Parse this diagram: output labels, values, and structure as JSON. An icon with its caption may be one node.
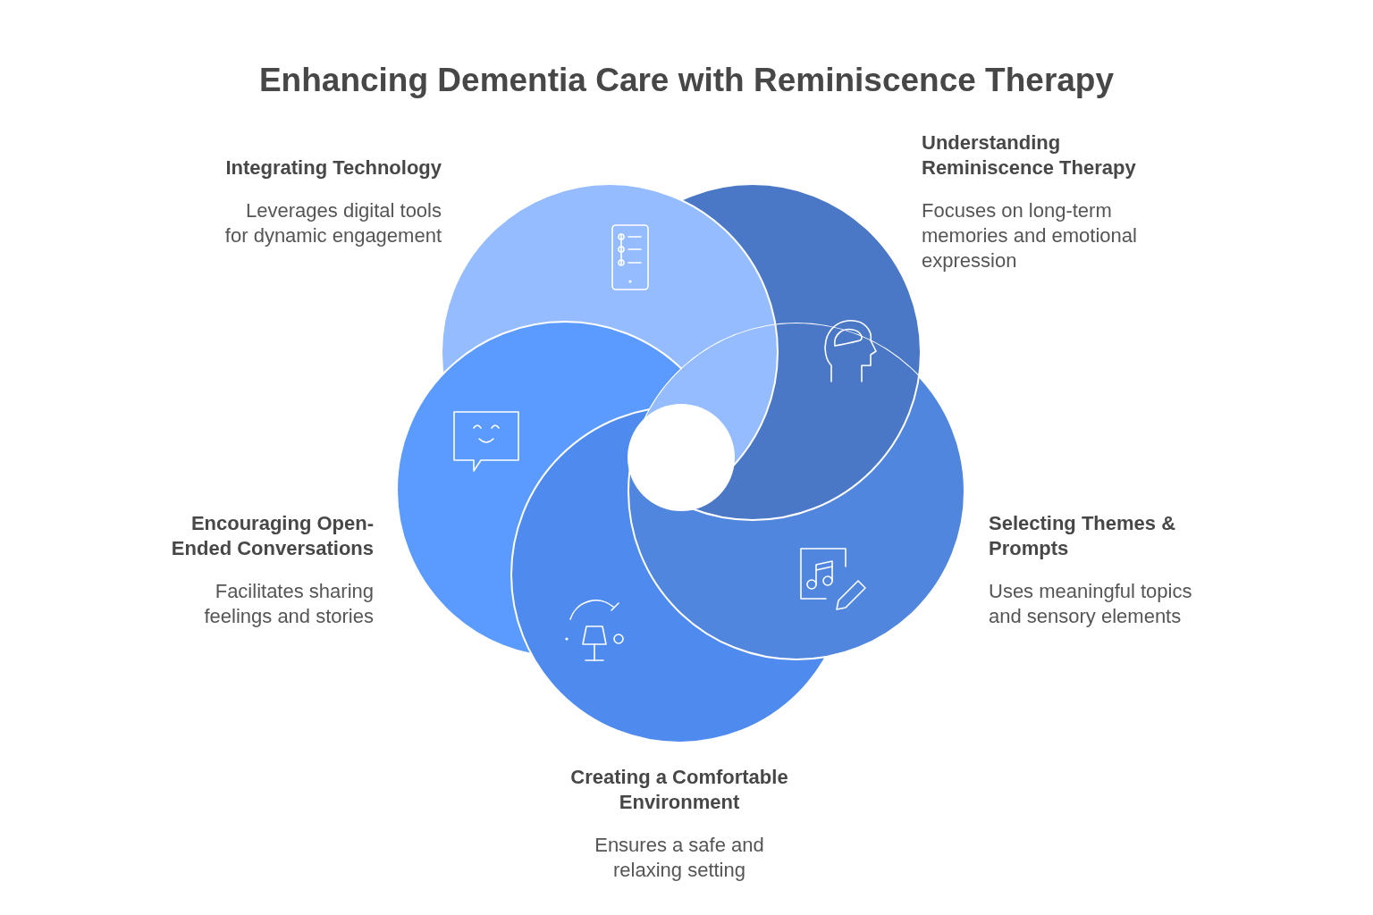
{
  "diagram": {
    "title": "Enhancing Dementia Care with Reminiscence Therapy",
    "labels": [
      "Understanding Reminiscence Therapy",
      "Integrating Technology",
      "Focuses on long-term memories and emotional expression",
      "Leverages digital tools for dynamic engagement",
      "Encouraging Open-Ended Conversations",
      "Selecting Themes & Prompts",
      "Facilitates sharing feelings and stories",
      "Uses meaningful topics and sensory elements",
      "Creating a Comfortable Environment",
      "Ensures a safe and relaxing setting"
    ]
  }
}
